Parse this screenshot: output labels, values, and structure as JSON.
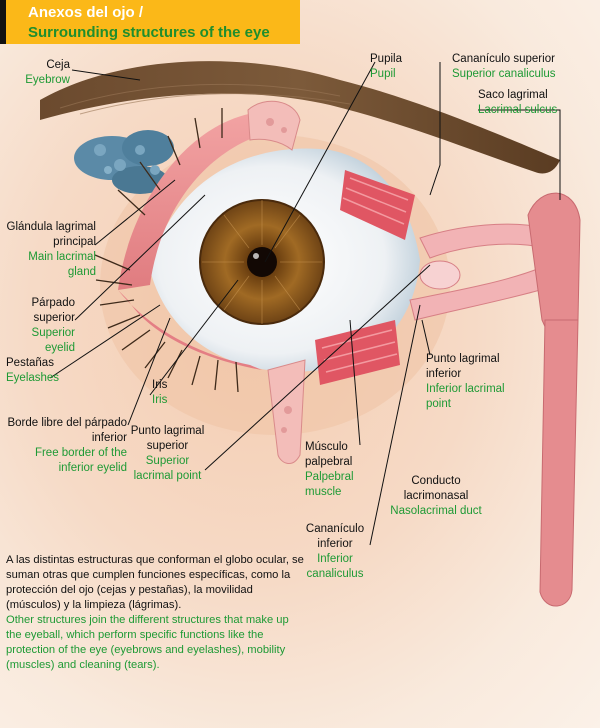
{
  "title": {
    "es": "Anexos del ojo /",
    "en": "Surrounding structures of the eye"
  },
  "labels": {
    "ceja": {
      "es": "Ceja",
      "en": "Eyebrow"
    },
    "pupila": {
      "es": "Pupila",
      "en": "Pupil"
    },
    "canaliculo_superior": {
      "es": "Cananículo superior",
      "en": "Superior canaliculus"
    },
    "saco_lagrimal": {
      "es": "Saco lagrimal",
      "en": "Lacrimal sulcus"
    },
    "glandula": {
      "es": "Glándula lagrimal principal",
      "en": "Main lacrimal gland"
    },
    "parpado": {
      "es": "Párpado superior",
      "en": "Superior eyelid"
    },
    "pestanas": {
      "es": "Pestañas",
      "en": "Eyelashes"
    },
    "iris": {
      "es": "Iris",
      "en": "Iris"
    },
    "punto_inferior": {
      "es": "Punto lagrimal inferior",
      "en": "Inferior lacrimal point"
    },
    "borde_libre": {
      "es": "Borde libre del párpado inferior",
      "en": "Free border of the inferior eyelid"
    },
    "punto_superior": {
      "es": "Punto lagrimal superior",
      "en": "Superior lacrimal point"
    },
    "musculo": {
      "es": "Músculo palpebral",
      "en": "Palpebral muscle"
    },
    "conducto": {
      "es": "Conducto lacrimonasal",
      "en": "Nasolacrimal duct"
    },
    "canaliculo_inferior": {
      "es": "Cananículo inferior",
      "en": "Inferior canaliculus"
    }
  },
  "description": {
    "es": "A las distintas estructuras que conforman el globo ocular, se suman otras que cumplen funciones específicas, como la protección del ojo (cejas y pestañas), la movilidad (músculos) y la limpieza (lágrimas).",
    "en": "Other structures join the different structures that make up the eyeball, which perform specific functions like the protection of the eye (eyebrows and eyelashes), mobility (muscles) and cleaning (tears)."
  },
  "colors": {
    "header_bg": "#fbb818",
    "spanish_text": "#111111",
    "english_text": "#1e9a35",
    "iris": "#8a5a1c",
    "duct": "#e58c8f"
  }
}
